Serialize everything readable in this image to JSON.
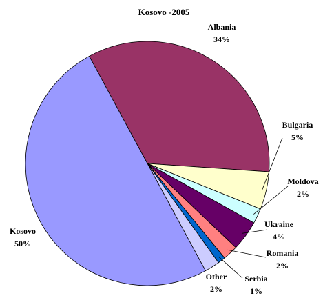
{
  "chart_data": {
    "type": "pie",
    "title": "Kosovo -2005",
    "slices": [
      {
        "label": "Albania",
        "value": 34,
        "value_label": "34%",
        "color": "#993366"
      },
      {
        "label": "Bulgaria",
        "value": 5,
        "value_label": "5%",
        "color": "#FFFFCC"
      },
      {
        "label": "Moldova",
        "value": 2,
        "value_label": "2%",
        "color": "#CCFFFF"
      },
      {
        "label": "Ukraine",
        "value": 4,
        "value_label": "4%",
        "color": "#660066"
      },
      {
        "label": "Romania",
        "value": 2,
        "value_label": "2%",
        "color": "#FF8080"
      },
      {
        "label": "Serbia",
        "value": 1,
        "value_label": "1%",
        "color": "#0066CC"
      },
      {
        "label": "Other",
        "value": 2,
        "value_label": "2%",
        "color": "#CCCCFF"
      },
      {
        "label": "Kosovo",
        "value": 50,
        "value_label": "50%",
        "color": "#9999FF"
      }
    ],
    "legend": "none"
  }
}
